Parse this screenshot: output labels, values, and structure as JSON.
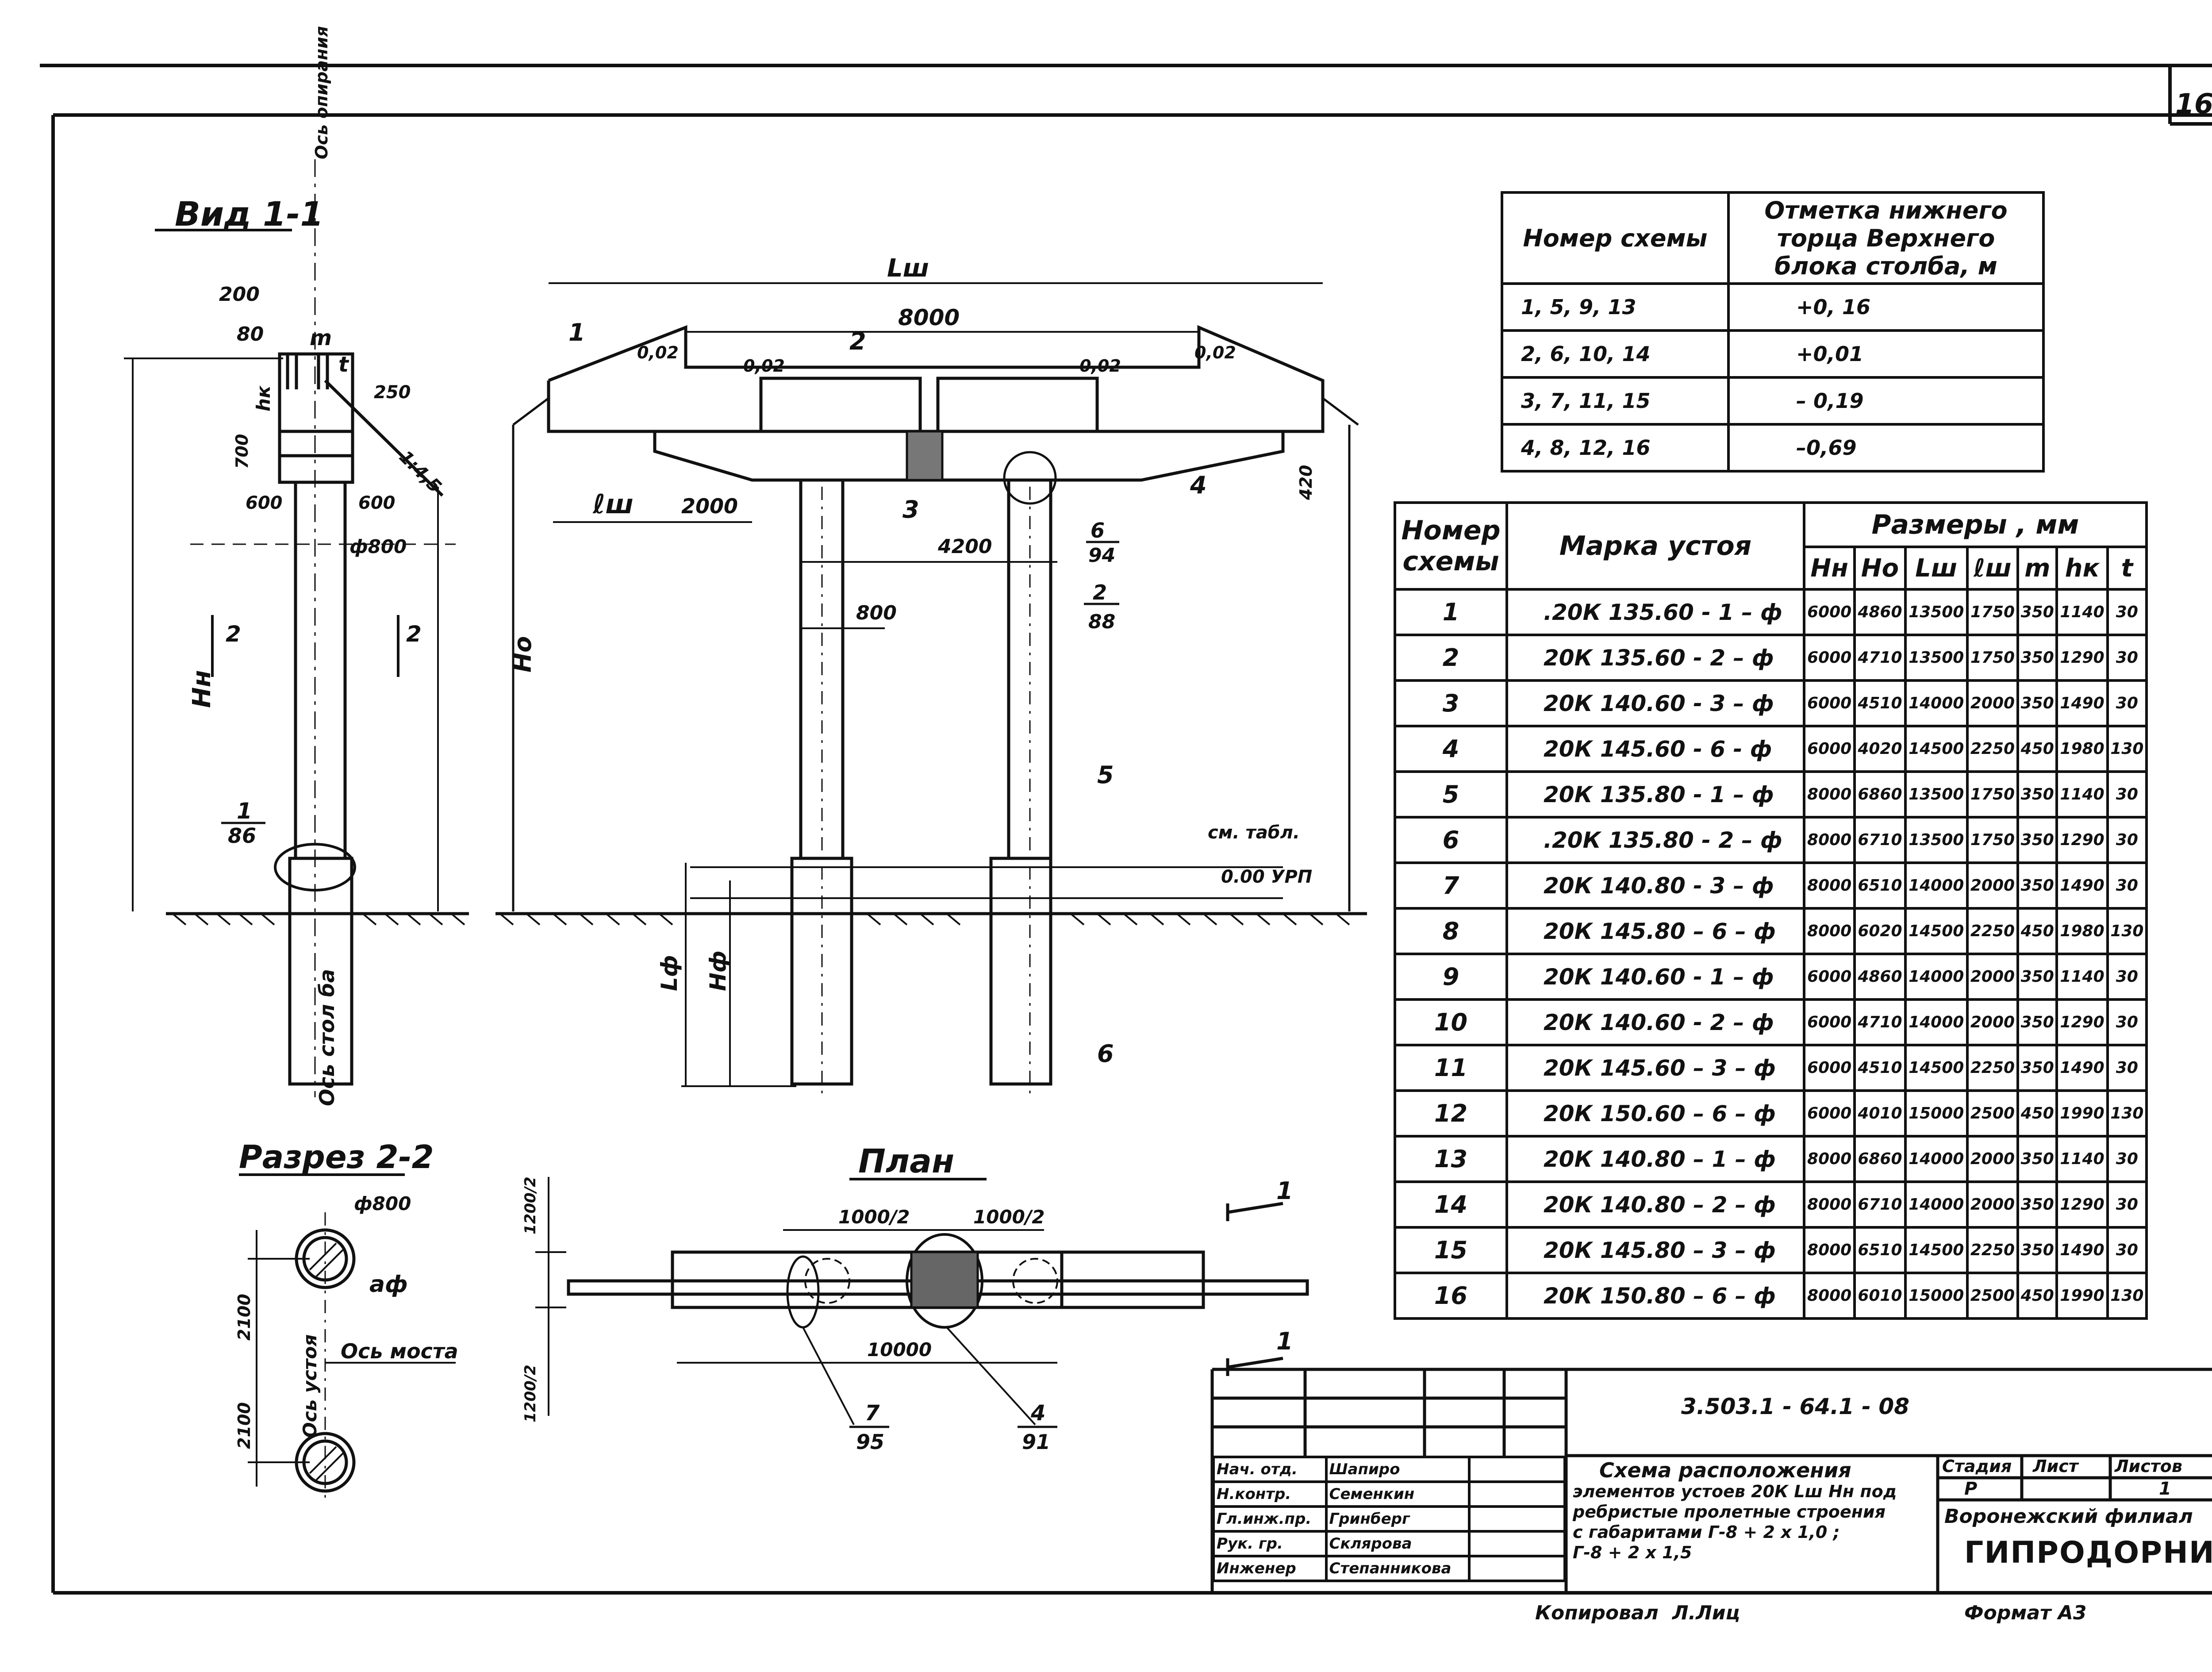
{
  "sheet_number": "16",
  "views": {
    "view_1_1": "Вид 1-1",
    "section_2_2": "Разрез 2-2",
    "plan": "План"
  },
  "view1": {
    "support_axis": "Ось опирания",
    "column_axis": "Ось стол ба",
    "dim_200": "200",
    "dim_80": "80",
    "dim_m": "m",
    "dim_t": "t",
    "dim_hk": "hк",
    "dim_250": "250",
    "dim_700": "700",
    "slope": "1:4,5",
    "dim_600_left": "600",
    "dim_600_right": "600",
    "diam_800": "ф800",
    "dim_Hn": "Hн",
    "section_mark": "2",
    "callout_num": "1",
    "callout_den": "86"
  },
  "elevation": {
    "dim_Lsh": "Lш",
    "dim_8000": "8000",
    "slope_1": "0,02",
    "slope_2": "0,02",
    "slope_3": "0,02",
    "slope_4": "0,02",
    "lbl_1": "1",
    "lbl_2": "2",
    "lbl_3": "3",
    "lbl_4": "4",
    "lbl_5": "5",
    "lbl_6": "6",
    "dim_lsh": "ℓш",
    "dim_2000": "2000",
    "dim_4200": "4200",
    "dim_800": "800",
    "dim_420": "420",
    "dim_Ho": "Hо",
    "callout_6_num": "6",
    "callout_6_den": "94",
    "callout_2_num": "2",
    "callout_2_den": "88",
    "see_table": "см. табл.",
    "level_000": "0.00 УРП",
    "dim_Lf": "Lф",
    "dim_Hf": "Hф"
  },
  "section22": {
    "diam_800": "ф800",
    "dim_af": "аф",
    "dim_2100_top": "2100",
    "dim_2100_bottom": "2100",
    "abutment_axis": "Ось устоя",
    "bridge_axis": "Ось моста"
  },
  "plan": {
    "dim_1000_2_left": "1000/2",
    "dim_1000_2_right": "1000/2",
    "dim_1200_2_top": "1200/2",
    "dim_1200_2_bottom": "1200/2",
    "dim_10000": "10000",
    "section_mark_top": "1",
    "section_mark_bottom": "1",
    "callout_7_num": "7",
    "callout_7_den": "95",
    "callout_4_num": "4",
    "callout_4_den": "91"
  },
  "marks_table": {
    "headers": [
      "Номер схемы",
      "Отметка нижнего торца Верхнего блока столба, м"
    ],
    "rows": [
      [
        "1, 5, 9, 13",
        "+0, 16"
      ],
      [
        "2, 6, 10, 14",
        "+0,01"
      ],
      [
        "3, 7, 11, 15",
        "– 0,19"
      ],
      [
        "4, 8, 12, 16",
        "–0,69"
      ]
    ]
  },
  "dims_table": {
    "header_scheme": "Номер схемы",
    "header_mark": "Марка устоя",
    "header_sizes": "Размеры , мм",
    "sub_headers": [
      "Hн",
      "Hо",
      "Lш",
      "ℓш",
      "m",
      "hк",
      "t"
    ],
    "rows": [
      [
        "1",
        ".20К 135.60 - 1 – ф",
        "6000",
        "4860",
        "13500",
        "1750",
        "350",
        "1140",
        "30"
      ],
      [
        "2",
        "20К 135.60 - 2 – ф",
        "6000",
        "4710",
        "13500",
        "1750",
        "350",
        "1290",
        "30"
      ],
      [
        "3",
        "20К 140.60 - 3 – ф",
        "6000",
        "4510",
        "14000",
        "2000",
        "350",
        "1490",
        "30"
      ],
      [
        "4",
        "20К 145.60 - 6 - ф",
        "6000",
        "4020",
        "14500",
        "2250",
        "450",
        "1980",
        "130"
      ],
      [
        "5",
        "20К 135.80 - 1 – ф",
        "8000",
        "6860",
        "13500",
        "1750",
        "350",
        "1140",
        "30"
      ],
      [
        "6",
        ".20К 135.80 - 2 – ф",
        "8000",
        "6710",
        "13500",
        "1750",
        "350",
        "1290",
        "30"
      ],
      [
        "7",
        "20К 140.80 - 3 – ф",
        "8000",
        "6510",
        "14000",
        "2000",
        "350",
        "1490",
        "30"
      ],
      [
        "8",
        "20К 145.80 – 6 – ф",
        "8000",
        "6020",
        "14500",
        "2250",
        "450",
        "1980",
        "130"
      ],
      [
        "9",
        "20К 140.60 - 1 – ф",
        "6000",
        "4860",
        "14000",
        "2000",
        "350",
        "1140",
        "30"
      ],
      [
        "10",
        "20К 140.60 - 2 – ф",
        "6000",
        "4710",
        "14000",
        "2000",
        "350",
        "1290",
        "30"
      ],
      [
        "11",
        "20К 145.60 – 3 – ф",
        "6000",
        "4510",
        "14500",
        "2250",
        "350",
        "1490",
        "30"
      ],
      [
        "12",
        "20К 150.60 – 6 – ф",
        "6000",
        "4010",
        "15000",
        "2500",
        "450",
        "1990",
        "130"
      ],
      [
        "13",
        "20К 140.80 – 1 – ф",
        "8000",
        "6860",
        "14000",
        "2000",
        "350",
        "1140",
        "30"
      ],
      [
        "14",
        "20К 140.80 – 2 – ф",
        "8000",
        "6710",
        "14000",
        "2000",
        "350",
        "1290",
        "30"
      ],
      [
        "15",
        "20К 145.80 – 3 – ф",
        "8000",
        "6510",
        "14500",
        "2250",
        "350",
        "1490",
        "30"
      ],
      [
        "16",
        "20К 150.80 – 6 – ф",
        "8000",
        "6010",
        "15000",
        "2500",
        "450",
        "1990",
        "130"
      ]
    ]
  },
  "title_block": {
    "doc_code": "3.503.1 - 64.1 - 08",
    "staff": [
      [
        "Нач. отд.",
        "Шапиро"
      ],
      [
        "Н.контр.",
        "Семенкин"
      ],
      [
        "Гл.инж.пр.",
        "Гринберг"
      ],
      [
        "Рук. гр.",
        "Склярова"
      ],
      [
        "Инженер",
        "Степанникова"
      ]
    ],
    "title_lines": [
      "Схема расположения",
      "элементов устоев 20К Lш Hн под",
      "ребристые пролетные строения",
      "с габаритами Г-8 + 2 х 1,0 ;",
      "Г-8 + 2 х 1,5"
    ],
    "stage_label": "Стадия",
    "sheet_label": "Лист",
    "sheets_label": "Листов",
    "stage_value": "Р",
    "sheets_value": "1",
    "org_line1": "Воронежский филиал",
    "org_line2": "ГИПРОДОРНИИ",
    "copied": "Копировал",
    "copied_sign": "Л.Лиц",
    "format": "Формат А3"
  }
}
